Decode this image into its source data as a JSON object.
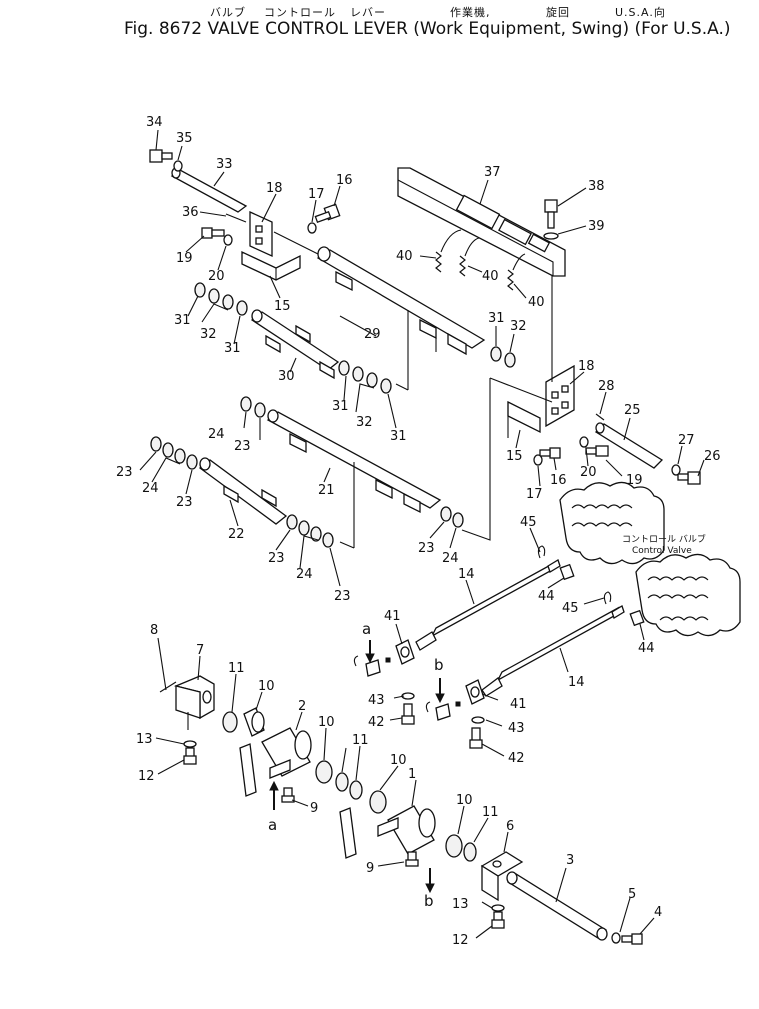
{
  "header": {
    "jp": [
      "バルブ",
      "コントロール",
      "レバー",
      "作業機,",
      "旋回",
      "U.S.A.向"
    ],
    "main": "Fig. 8672   VALVE CONTROL LEVER (Work Equipment, Swing) (For U.S.A.)"
  },
  "control_valve": {
    "jp": "コントロール バルブ",
    "en": "Control Valve"
  },
  "callouts": [
    "1",
    "2",
    "3",
    "4",
    "5",
    "6",
    "7",
    "8",
    "9",
    "10",
    "11",
    "12",
    "13",
    "14",
    "15",
    "16",
    "17",
    "18",
    "19",
    "20",
    "21",
    "22",
    "23",
    "24",
    "25",
    "26",
    "27",
    "28",
    "29",
    "30",
    "31",
    "32",
    "33",
    "34",
    "35",
    "36",
    "37",
    "38",
    "39",
    "40",
    "41",
    "42",
    "43",
    "44",
    "45",
    "a",
    "b"
  ],
  "colors": {
    "ink": "#111111",
    "paper": "#ffffff"
  }
}
